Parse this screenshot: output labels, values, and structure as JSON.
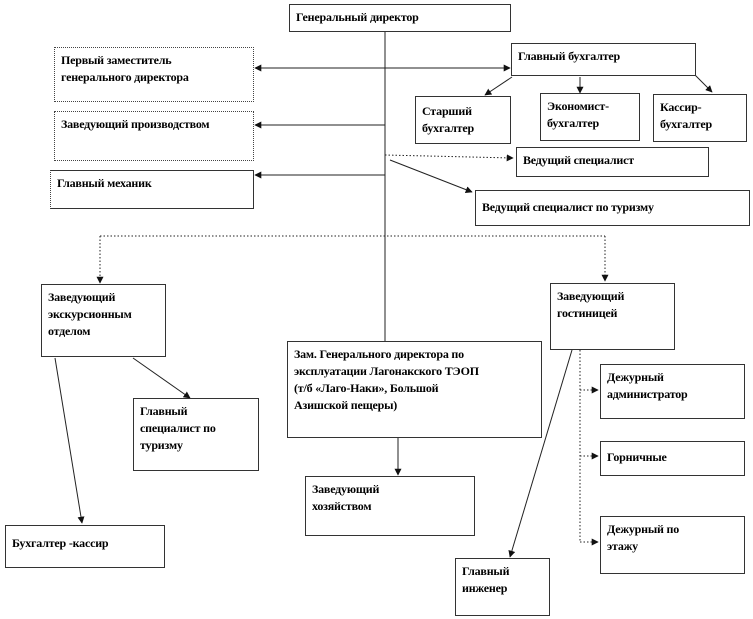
{
  "nodes": {
    "general_director": "Генеральный директор",
    "first_deputy": "Первый заместитель\nгенерального директора",
    "production_head": "Заведующий производством",
    "chief_mechanic": "Главный механик",
    "chief_accountant": "Главный бухгалтер",
    "senior_accountant": "Старший\nбухгалтер",
    "economist_accountant": "Экономист-\nбухгалтер",
    "cashier_accountant": "Кассир-\nбухгалтер",
    "lead_specialist": "Ведущий специалист",
    "lead_tourism_specialist": "Ведущий специалист по туризму",
    "excursion_head": "Заведующий\nэкскурсионным\nотделом",
    "chief_tourism_specialist": "Главный\nспециалист по\nтуризму",
    "accountant_cashier": "Бухгалтер -кассир",
    "deputy_lago_naki": "Зам. Генерального директора по\nэксплуатации  Лагонакского ТЭОП\n(т/б «Лаго-Наки», Большой\nАзишской пещеры)",
    "household_head": "Заведующий\nхозяйством",
    "chief_engineer": "Главный\nинженер",
    "hotel_head": "Заведующий\nгостиницей",
    "duty_administrator": "Дежурный\nадминистратор",
    "maids": "Горничные",
    "floor_attendant": "Дежурный по\nэтажу"
  }
}
